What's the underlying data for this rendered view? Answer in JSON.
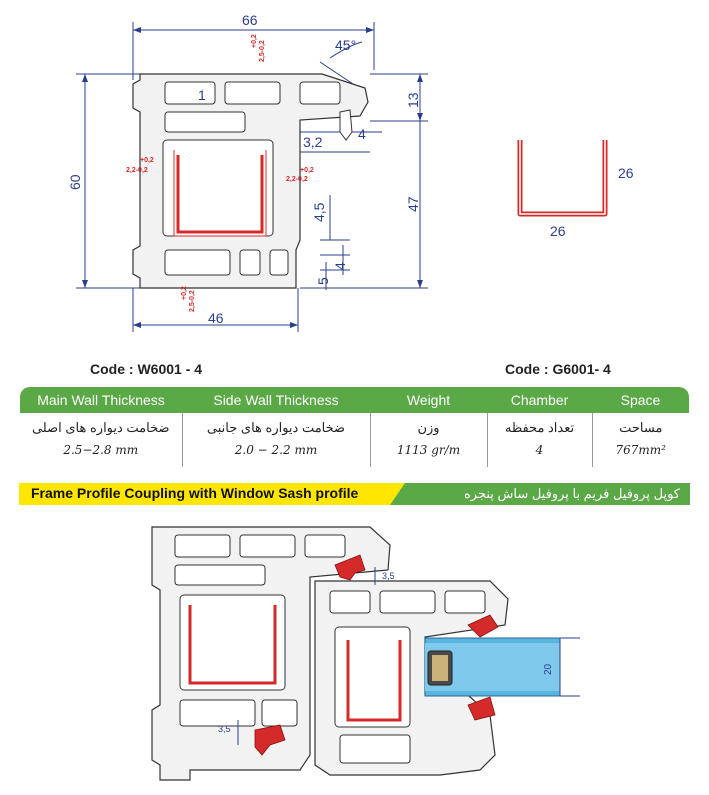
{
  "top_profile": {
    "dims": {
      "width_top": "66",
      "angle": "45°",
      "height_left": "60",
      "height_top_right": "13",
      "height_right": "47",
      "inner_1": "1",
      "d_3_2": "3,2",
      "d_4a": "4",
      "d_4_5": "4,5",
      "d_4b": "4",
      "d_5": "5",
      "width_bottom": "46"
    },
    "tolerances": {
      "t1": [
        "+0,2",
        "2,5-0,2"
      ],
      "t2": [
        "+0,2",
        "2,2-0,2"
      ],
      "t3": [
        "+0,2",
        "2,2-0,2"
      ],
      "t4": [
        "+0,2",
        "2,5-0,2"
      ]
    }
  },
  "steel": {
    "dims": {
      "side": "26",
      "bottom": "26"
    }
  },
  "codes": {
    "left": "Code : W6001 - 4",
    "right": "Code : G6001- 4"
  },
  "spec_table": {
    "headers": [
      "Main Wall Thickness",
      "Side Wall Thickness",
      "Weight",
      "Chamber",
      "Space"
    ],
    "row_fa": [
      "ضخامت دیواره های اصلی",
      "ضخامت دیواره های جانبی",
      "وزن",
      "تعداد محفظه",
      "مساحت"
    ],
    "row_val": [
      "2.5−2.8 mm",
      "2.0 − 2.2  mm",
      "1113 gr/m",
      "4",
      "767mm²"
    ]
  },
  "banner": {
    "en": "Frame Profile Coupling with Window Sash profile",
    "fa": "کوپل پروفیل فریم با پروفیل ساش پنجره"
  },
  "bottom_drawing": {
    "dims": {
      "gap_top": "3,5",
      "gap_bottom": "3,5",
      "glass": "20"
    }
  },
  "colors": {
    "dim": "#2b3e8c",
    "profile_fill": "#f2f2f2",
    "profile_stroke": "#333333",
    "steel": "#d42a2a",
    "green": "#5aa846",
    "yellow": "#ffe600",
    "glass": "#5ab4e0"
  }
}
